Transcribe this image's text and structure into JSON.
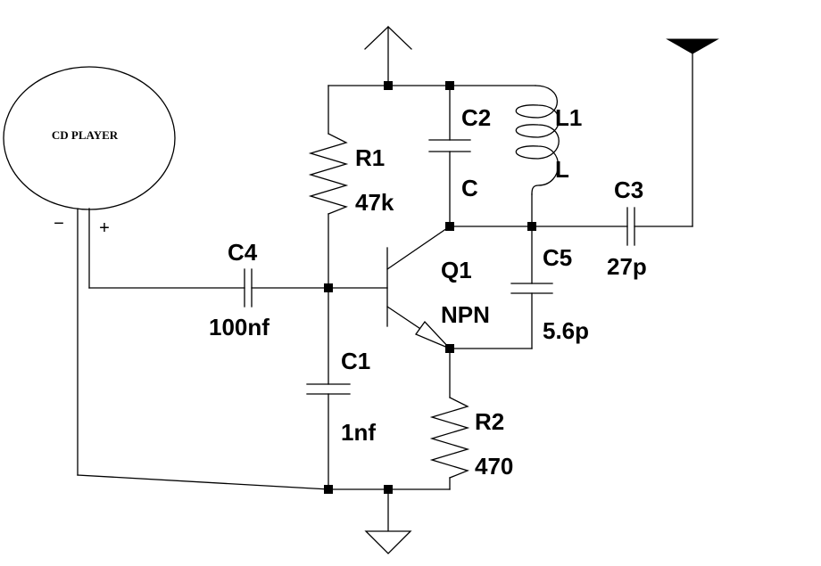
{
  "cd_player": {
    "label": "CD PLAYER",
    "minus": "−",
    "plus": "+"
  },
  "components": {
    "r1": {
      "ref": "R1",
      "value": "47k"
    },
    "r2": {
      "ref": "R2",
      "value": "470"
    },
    "c1": {
      "ref": "C1",
      "value": "1nf"
    },
    "c2": {
      "ref": "C2",
      "value": "C"
    },
    "c3": {
      "ref": "C3",
      "value": "27p"
    },
    "c4": {
      "ref": "C4",
      "value": "100nf"
    },
    "c5": {
      "ref": "C5",
      "value": "5.6p"
    },
    "l1": {
      "ref": "L1",
      "value": "L"
    },
    "q1": {
      "ref": "Q1",
      "value": "NPN"
    }
  }
}
